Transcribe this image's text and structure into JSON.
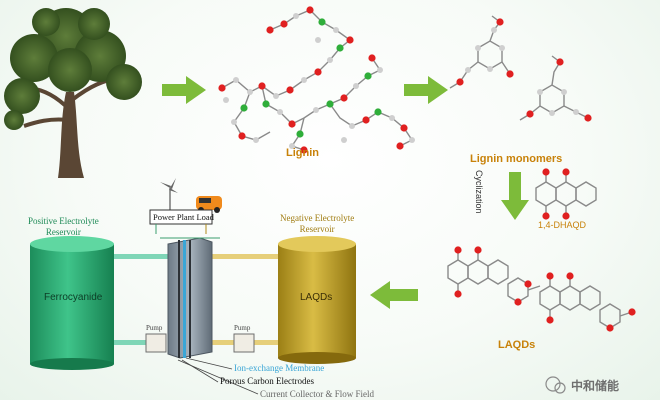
{
  "labels": {
    "lignin": "Lignin",
    "lignin_monomers": "Lignin monomers",
    "cyclization": "Cyclization",
    "dhaqd": "1,4-DHAQD",
    "laqds": "LAQDs",
    "positive_reservoir": "Positive Electrolyte\nReservoir",
    "negative_reservoir": "Negative Electrolyte\nReservoir",
    "ferrocyanide": "Ferrocyanide",
    "laqds_tank": "LAQDs",
    "power_plant_load": "Power Plant Load",
    "pump_left": "Pump",
    "pump_right": "Pump",
    "ion_exchange_membrane": "Ion-exchange Membrane",
    "porous_carbon_electrodes": "Porous Carbon Electrodes",
    "current_collector": "Current Collector & Flow Field"
  },
  "watermark": {
    "text": "中和储能"
  },
  "colors": {
    "arrow_green": "#7dbb3a",
    "label_orange": "#c8820a",
    "tank_green": "#2eaa73",
    "tank_gold": "#c2a12a",
    "membrane_blue": "#3aa6d6"
  }
}
